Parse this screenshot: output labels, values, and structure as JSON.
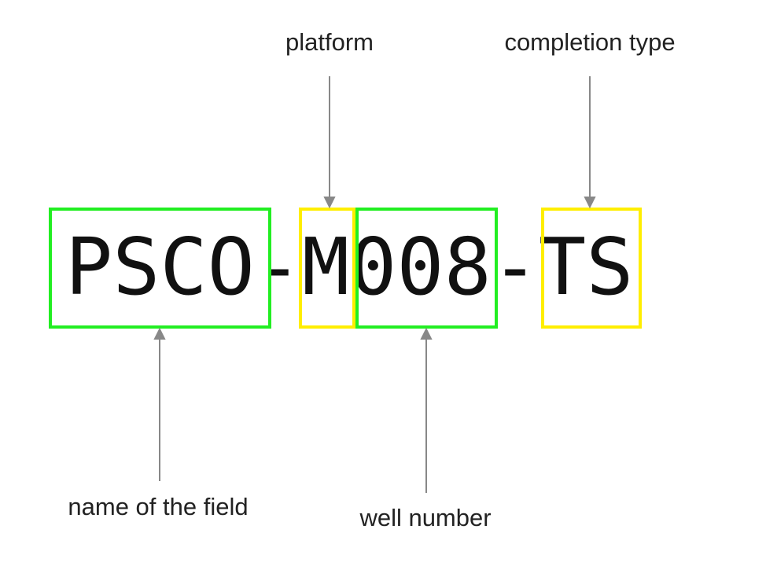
{
  "code": "PSCO-M008-TS",
  "labels": {
    "platform": "platform",
    "completion_type": "completion type",
    "field_name": "name of the field",
    "well_number": "well number"
  },
  "colors": {
    "green": "#22ee22",
    "yellow": "#ffee00",
    "arrow": "#888888"
  }
}
